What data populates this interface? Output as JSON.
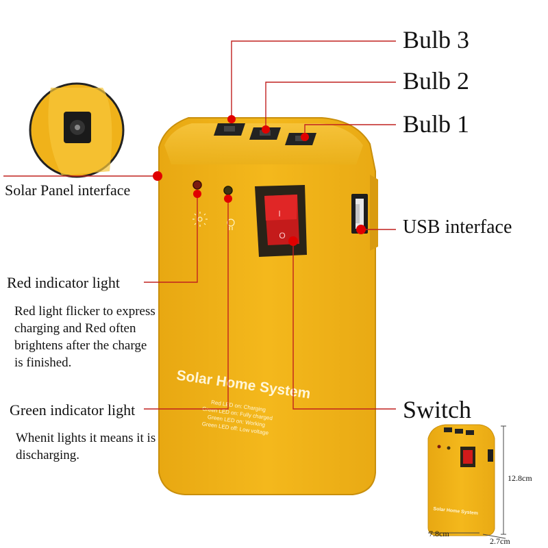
{
  "labels": {
    "bulb3": "Bulb 3",
    "bulb2": "Bulb 2",
    "bulb1": "Bulb 1",
    "solar_panel": "Solar Panel interface",
    "usb": "USB interface",
    "red_indicator": "Red indicator light",
    "red_desc": "Red light flicker to express charging and Red often brightens after the charge is finished.",
    "green_indicator": "Green indicator light",
    "green_desc": "Whenit lights it means it is discharging.",
    "switch": "Switch"
  },
  "device": {
    "brand_text": "Solar Home System",
    "legend": [
      "Red LED on: Charging",
      "Green LED on: Fully charged",
      "Green LED on: Working",
      "Green LED off: Low voltage"
    ],
    "switch_on_symbol": "I",
    "switch_off_symbol": "O"
  },
  "dimensions": {
    "height": "12.8cm",
    "width": "7.8cm",
    "depth": "2.7cm"
  },
  "colors": {
    "body": "#f2b418",
    "leader_line": "#c0201e",
    "dot": "#e00000",
    "switch": "#d11a1a"
  }
}
